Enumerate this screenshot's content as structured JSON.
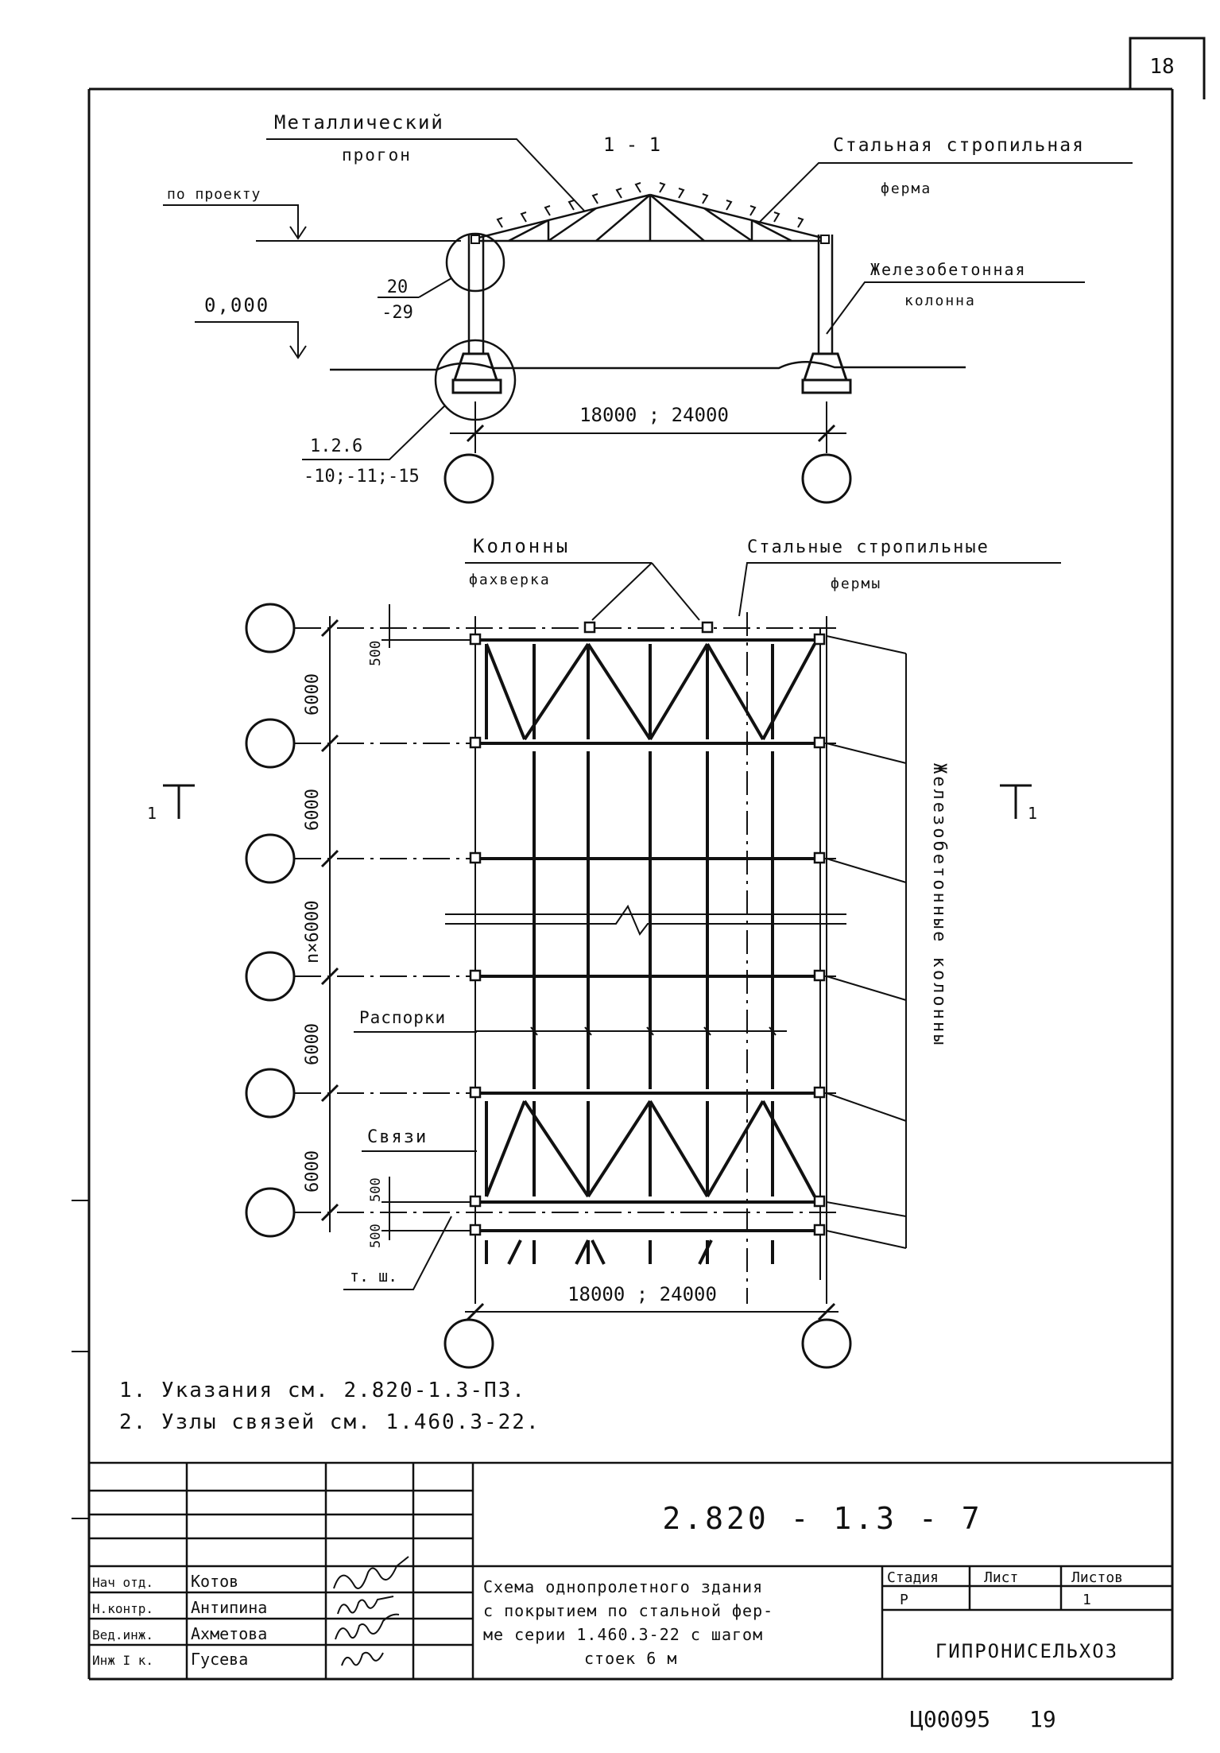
{
  "sheet_number": "18",
  "section": {
    "title": "1 - 1",
    "purlin_label_1": "Металлический",
    "purlin_label_2": "прогон",
    "truss_label_1": "Стальная стропильная",
    "truss_label_2": "ферма",
    "design_level": "по проекту",
    "zero_level": "0,000",
    "node_top_1": "20",
    "node_top_2": "-29",
    "column_label_1": "Железобетонная",
    "column_label_2": "колонна",
    "span": "18000 ; 24000",
    "node_bottom_1": "1.2.6",
    "node_bottom_2": "-10;-11;-15"
  },
  "plan": {
    "fachwerk_1": "Колонны",
    "fachwerk_2": "фахверка",
    "trusses_1": "Стальные стропильные",
    "trusses_2": "фермы",
    "spacing_top": "500",
    "bays": [
      "6000",
      "6000",
      "n×6000",
      "6000",
      "6000"
    ],
    "spacing_bottom_1": "500",
    "spacing_bottom_2": "500",
    "struts": "Распорки",
    "bracing": "Связи",
    "temp_joint": "т. ш.",
    "rc_columns": "Железобетонные колонны",
    "span": "18000 ; 24000",
    "cut_left": "1",
    "cut_right": "1"
  },
  "notes": [
    "1. Указания см. 2.820-1.3-ПЗ.",
    "2. Узлы связей см. 1.460.3-22."
  ],
  "title_block": {
    "doc_code": "2.820 - 1.3 - 7",
    "title_lines": [
      "Схема однопролетного здания",
      "с покрытием по стальной фер-",
      "ме серии 1.460.3-22 с шагом",
      "стоек 6 м"
    ],
    "stage_header": "Стадия",
    "sheet_header": "Лист",
    "sheets_header": "Листов",
    "stage_value": "Р",
    "sheets_value": "1",
    "organization": "ГИПРОНИСЕЛЬХОЗ",
    "staff": [
      {
        "role": "Нач отд.",
        "name": "Котов"
      },
      {
        "role": "Н.контр.",
        "name": "Антипина"
      },
      {
        "role": "Вед.инж.",
        "name": "Ахметова"
      },
      {
        "role": "Инж I к.",
        "name": "Гусева"
      }
    ]
  },
  "archive_number": "Ц00095",
  "page_number": "19"
}
